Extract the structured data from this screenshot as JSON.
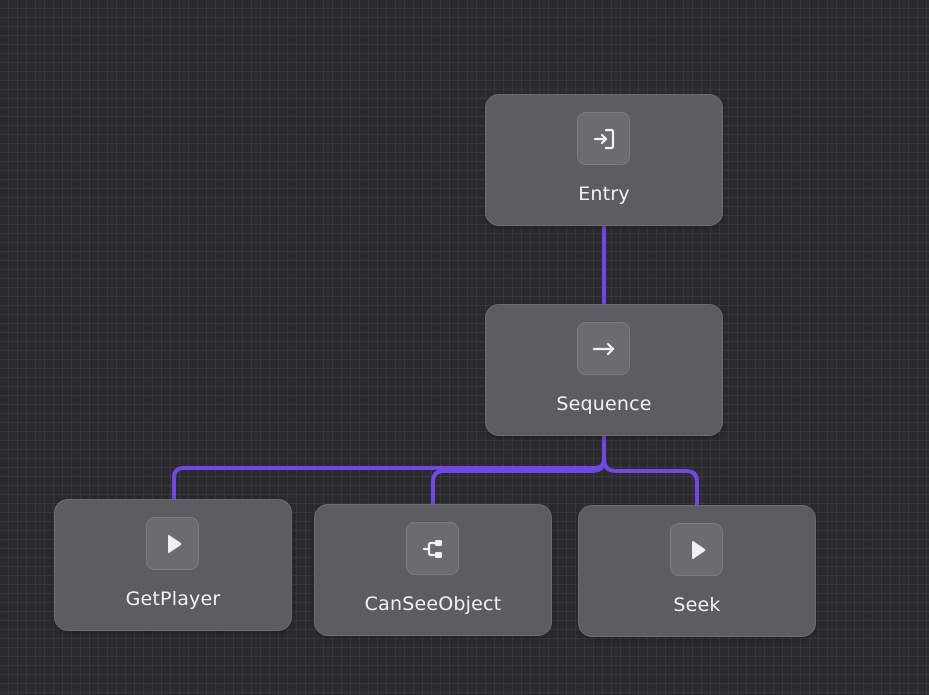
{
  "nodes": {
    "entry": {
      "label": "Entry",
      "icon": "entry-icon"
    },
    "sequence": {
      "label": "Sequence",
      "icon": "sequence-arrow-icon"
    },
    "getplayer": {
      "label": "GetPlayer",
      "icon": "play-icon"
    },
    "canseeobject": {
      "label": "CanSeeObject",
      "icon": "condition-icon"
    },
    "seek": {
      "label": "Seek",
      "icon": "play-icon"
    }
  },
  "edges": [
    {
      "from": "entry",
      "to": "sequence"
    },
    {
      "from": "sequence",
      "to": "getplayer"
    },
    {
      "from": "sequence",
      "to": "canseeobject"
    },
    {
      "from": "sequence",
      "to": "seek"
    }
  ],
  "colors": {
    "canvas_background": "#2b2b2e",
    "node_fill": "#5d5c61",
    "icon_box": "#6c6b71",
    "edge": "#7048e8",
    "text": "#f1f1f3"
  }
}
